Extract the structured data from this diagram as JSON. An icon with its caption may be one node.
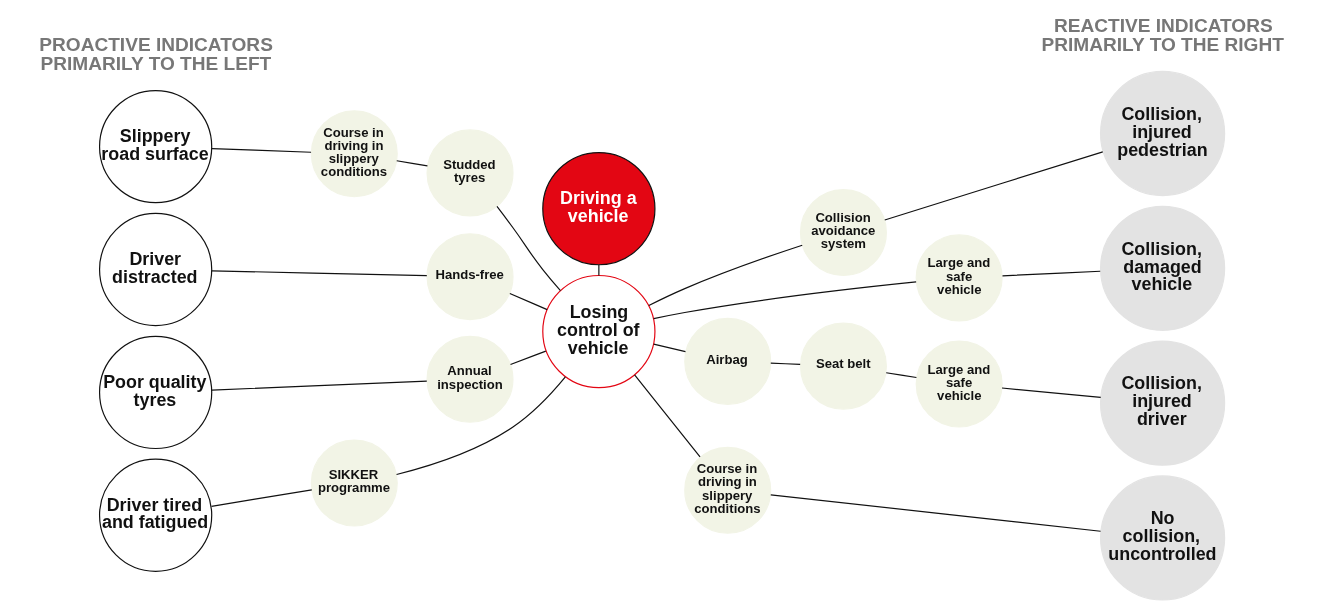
{
  "diagram": {
    "nodes": [
      {
        "text": [
          "Driving a vehicle"
        ]
      },
      {
        "text": [
          "Slippery road surface"
        ]
      },
      {
        "text": [
          "Course in driving in slippery conditions"
        ]
      },
      {
        "text": [
          "Studded tyres"
        ]
      },
      {
        "text": [
          "Driver distracted"
        ]
      },
      {
        "text": [
          "Hands-free"
        ]
      },
      {
        "text": [
          "Poor quality tyres"
        ]
      },
      {
        "text": [
          "Annual inspection"
        ]
      },
      {
        "text": [
          "SIKKER programme"
        ]
      },
      {
        "text": [
          "Driver tired and fatigued"
        ]
      },
      {
        "text": [
          "Losing control of vehicle"
        ]
      },
      {
        "text": [
          "Collision avoidance system"
        ]
      },
      {
        "text": [
          "Collision, injured pedestrian"
        ]
      },
      {
        "text": [
          "Large and safe vehicle"
        ]
      },
      {
        "text": [
          "Collision, damaged vehicle"
        ]
      },
      {
        "text": [
          "Airbag"
        ]
      },
      {
        "text": [
          "Seat belt"
        ]
      },
      {
        "text": [
          "Large and safe vehicle"
        ]
      },
      {
        "text": [
          "Collision, injured driver"
        ]
      },
      {
        "text": [
          "Course in driving in slippery conditions"
        ]
      },
      {
        "text": [
          "No collision, uncontrolled"
        ]
      }
    ],
    "edges": [
      {
        "from": 0,
        "to": 10,
        "arrow": "none"
      },
      {
        "from": 1,
        "to": 2,
        "arrow": "none"
      },
      {
        "from": 2,
        "to": 3,
        "arrow": "none"
      },
      {
        "from": 3,
        "to": 10,
        "arrow": "none"
      },
      {
        "from": 4,
        "to": 5,
        "arrow": "none"
      },
      {
        "from": 5,
        "to": 10,
        "arrow": "none"
      },
      {
        "from": 6,
        "to": 7,
        "arrow": "none"
      },
      {
        "from": 7,
        "to": 10,
        "arrow": "none"
      },
      {
        "from": 9,
        "to": 8,
        "arrow": "none"
      },
      {
        "from": 8,
        "to": 10,
        "arrow": "none"
      },
      {
        "from": 10,
        "to": 11,
        "arrow": "none"
      },
      {
        "from": 11,
        "to": 12,
        "arrow": "none"
      },
      {
        "from": 10,
        "to": 13,
        "arrow": "none"
      },
      {
        "from": 13,
        "to": 14,
        "arrow": "none"
      },
      {
        "from": 10,
        "to": 15,
        "arrow": "none"
      },
      {
        "from": 15,
        "to": 16,
        "arrow": "none"
      },
      {
        "from": 16,
        "to": 17,
        "arrow": "none"
      },
      {
        "from": 17,
        "to": 18,
        "arrow": "none"
      },
      {
        "from": 10,
        "to": 19,
        "arrow": "none"
      },
      {
        "from": 19,
        "to": 20,
        "arrow": "none"
      }
    ],
    "labels": [
      "PROACTIVE INDICATORS PRIMARILY TO THE LEFT",
      "REACTIVE INDICATORS PRIMARILY TO THE RIGHT"
    ]
  }
}
